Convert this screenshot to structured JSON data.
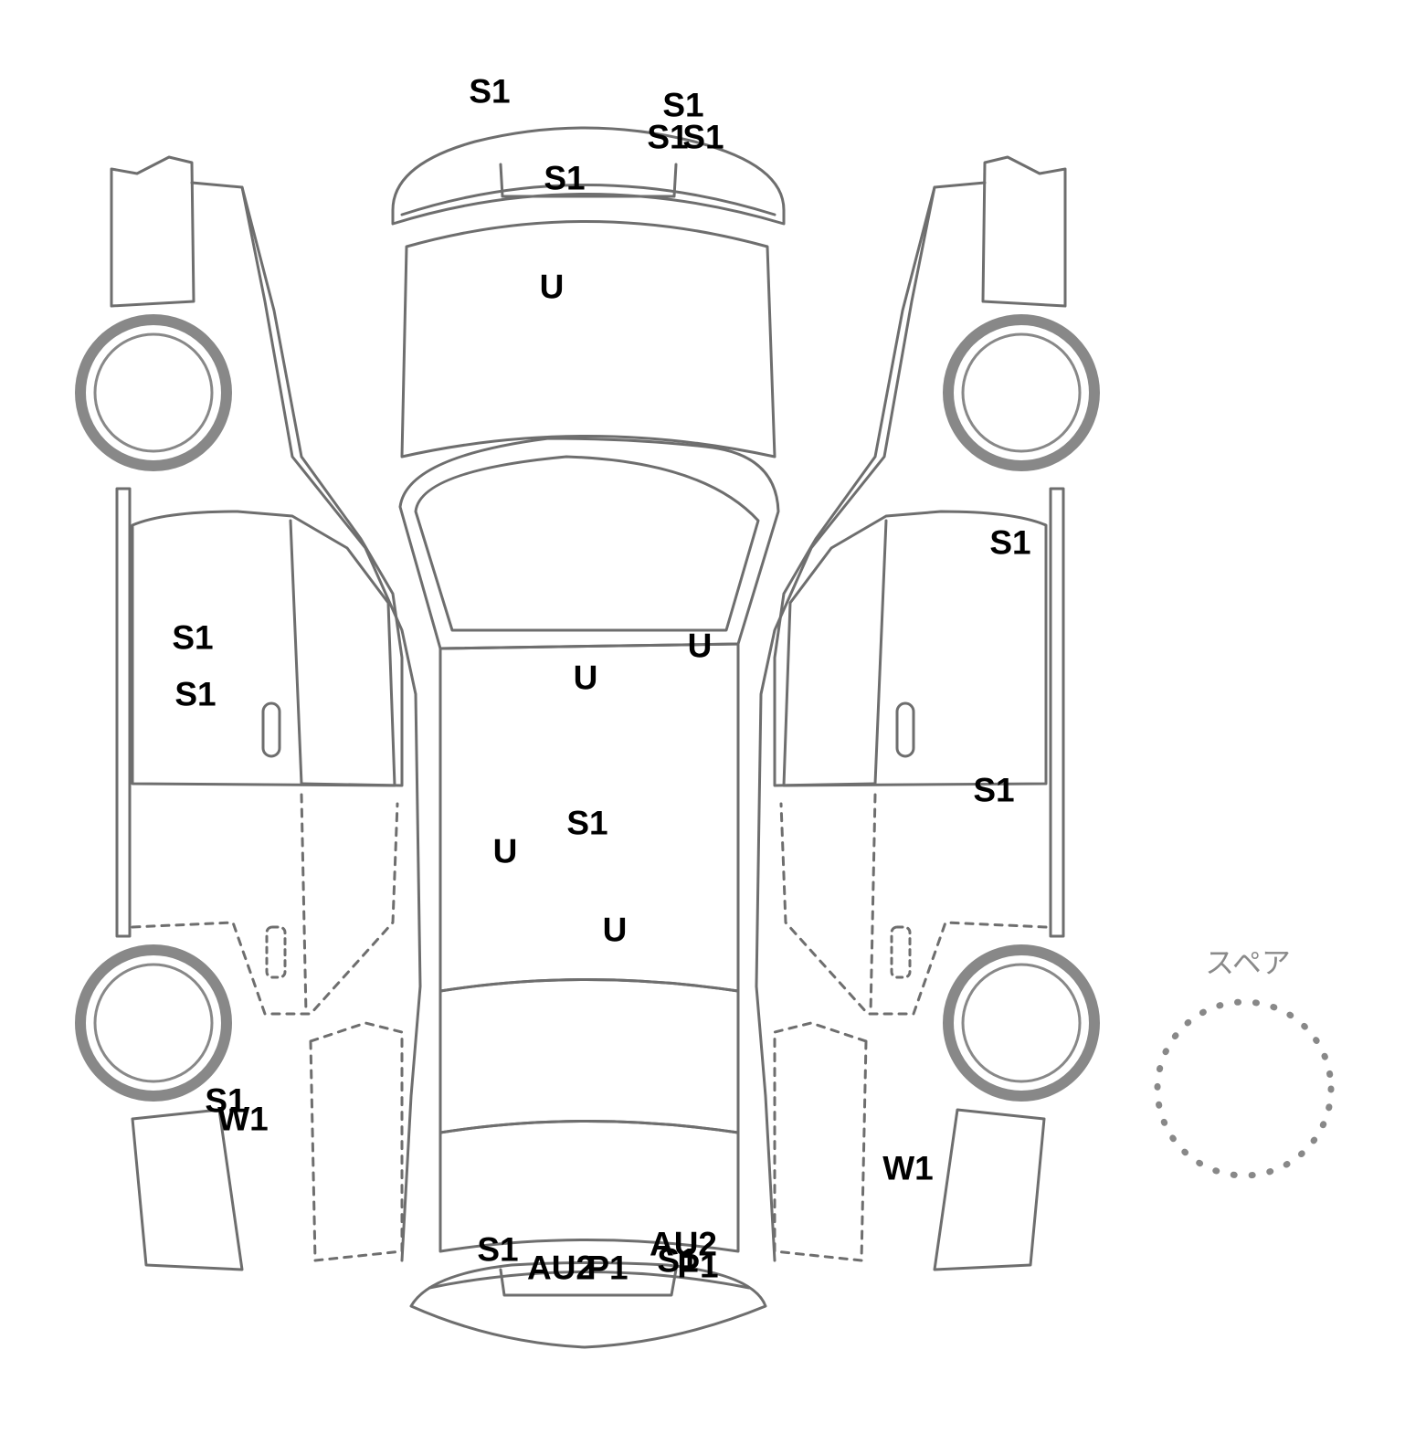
{
  "spare_label": "スペア",
  "colors": {
    "outline": "#6e6e6e",
    "wheel": "#888888",
    "mark": "#000000"
  },
  "marks": [
    {
      "id": "m01",
      "code": "S1"
    },
    {
      "id": "m02",
      "code": "S1"
    },
    {
      "id": "m03",
      "code": "S1"
    },
    {
      "id": "m04",
      "code": "S1"
    },
    {
      "id": "m05",
      "code": "S1"
    },
    {
      "id": "m06",
      "code": "U"
    },
    {
      "id": "m07",
      "code": "S1"
    },
    {
      "id": "m08",
      "code": "S1"
    },
    {
      "id": "m09",
      "code": "S1"
    },
    {
      "id": "m10",
      "code": "U"
    },
    {
      "id": "m11",
      "code": "U"
    },
    {
      "id": "m12",
      "code": "S1"
    },
    {
      "id": "m13",
      "code": "U"
    },
    {
      "id": "m14",
      "code": "S1"
    },
    {
      "id": "m15",
      "code": "U"
    },
    {
      "id": "m16",
      "code": "S1"
    },
    {
      "id": "m17",
      "code": "W1"
    },
    {
      "id": "m18",
      "code": "W1"
    },
    {
      "id": "m19",
      "code": "S1"
    },
    {
      "id": "m20",
      "code": "AU2"
    },
    {
      "id": "m21",
      "code": "P1"
    },
    {
      "id": "m22",
      "code": "AU2"
    },
    {
      "id": "m23",
      "code": "S1"
    },
    {
      "id": "m24",
      "code": "P1"
    }
  ]
}
